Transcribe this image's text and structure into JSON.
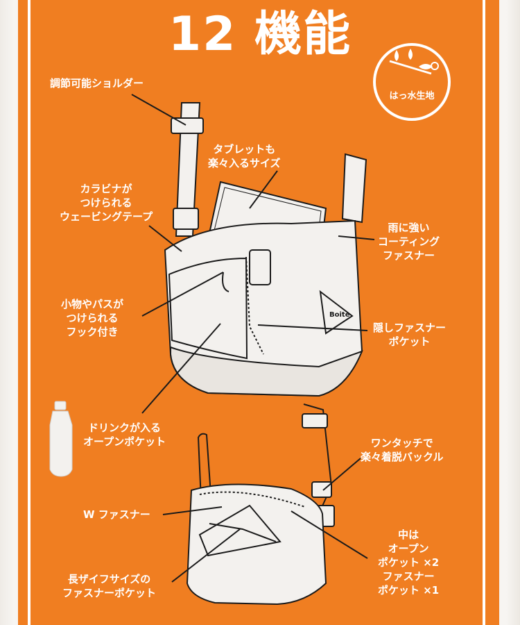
{
  "title": "12 機能",
  "badge": {
    "icon": "water-repellent-icon",
    "label": "はっ水生地"
  },
  "labels": {
    "shoulder": "調節可能ショルダー",
    "tablet": [
      "タブレットも",
      "楽々入るサイズ"
    ],
    "webbing": [
      "カラビナが",
      "つけられる",
      "ウェービングテープ"
    ],
    "zipper": [
      "雨に強い",
      "コーティング",
      "ファスナー"
    ],
    "hook": [
      "小物やパスが",
      "つけられる",
      "フック付き"
    ],
    "hidden_pocket": [
      "隠しファスナー",
      "ポケット"
    ],
    "drink": [
      "ドリンクが入る",
      "オープンポケット"
    ],
    "buckle": [
      "ワンタッチで",
      "楽々着脱バックル"
    ],
    "w_zipper": "W ファスナー",
    "inside": [
      "中は",
      "オープン",
      "ポケット ×2",
      "ファスナー",
      "ポケット ×1"
    ],
    "wallet": [
      "長ザイフサイズの",
      "ファスナーポケット"
    ]
  },
  "brand_logo": "Boite",
  "colors": {
    "panel": "#f07e21",
    "line": "#1a1a1a",
    "bag": "#f3f1ee"
  }
}
